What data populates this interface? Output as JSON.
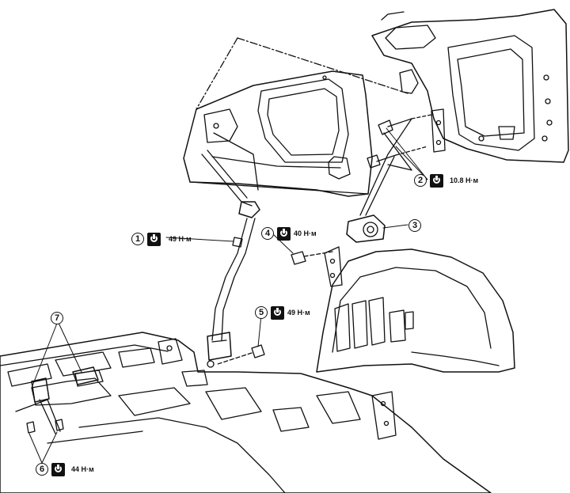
{
  "callouts": {
    "c1": {
      "number": "1",
      "torque": "49 Н·м",
      "icon": "torque-wrench-icon"
    },
    "c2": {
      "number": "2",
      "torque": "10.8 Н·м",
      "icon": "torque-wrench-icon"
    },
    "c3": {
      "number": "3"
    },
    "c4": {
      "number": "4",
      "torque": "40 Н·м",
      "icon": "torque-wrench-icon"
    },
    "c5": {
      "number": "5",
      "torque": "49 Н·м",
      "icon": "torque-wrench-icon"
    },
    "c6": {
      "number": "6",
      "torque": "44 Н·м",
      "icon": "torque-wrench-icon"
    },
    "c7": {
      "number": "7"
    }
  },
  "colors": {
    "ink": "#111111",
    "paper": "#ffffff"
  }
}
